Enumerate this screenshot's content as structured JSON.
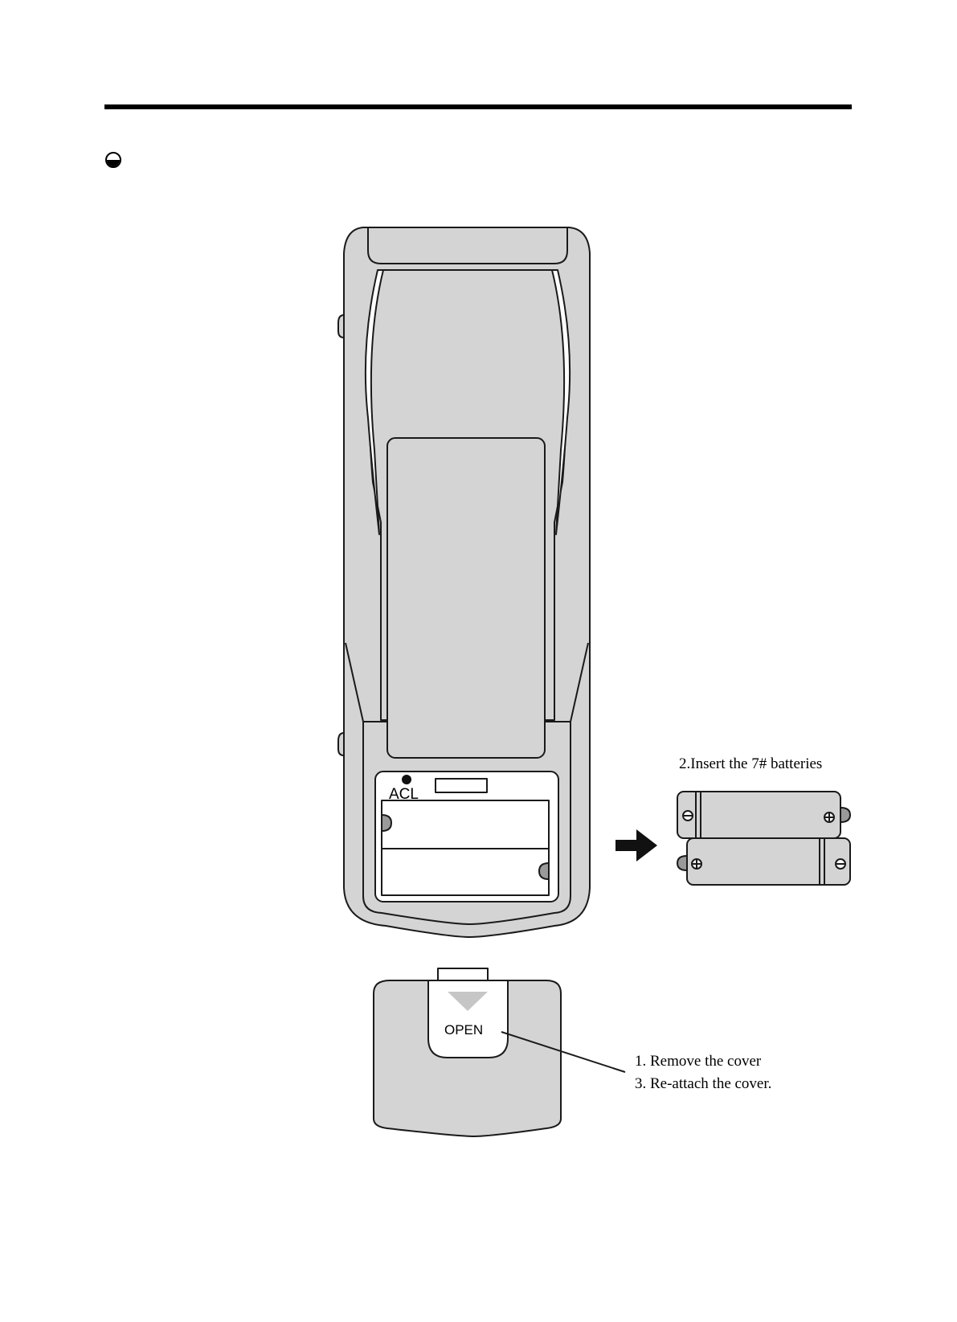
{
  "labels": {
    "acl": "ACL",
    "open": "OPEN"
  },
  "captions": {
    "insert_batteries": "2.Insert the 7# batteries",
    "remove_cover": "1. Remove the cover",
    "reattach_cover": "3. Re-attach the cover."
  },
  "colors": {
    "body_gray": "#d4d4d4",
    "outline": "#1a1a1a",
    "background": "#ffffff",
    "arrow": "#111111"
  }
}
